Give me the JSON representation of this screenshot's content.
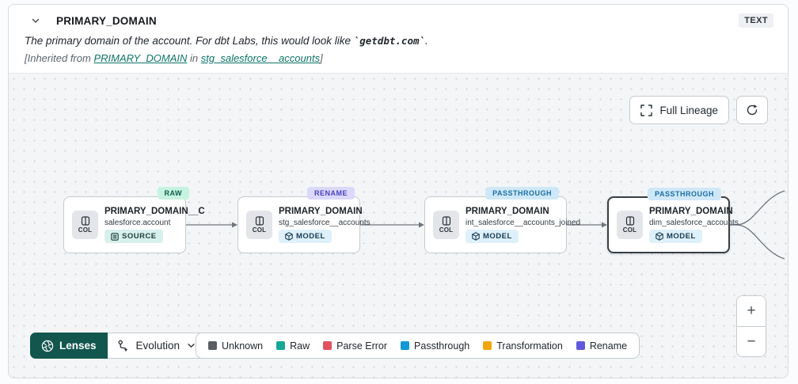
{
  "header": {
    "title": "PRIMARY_DOMAIN",
    "type_badge": "TEXT",
    "desc_prefix": "The primary domain of the account. For dbt Labs, this would look like ",
    "desc_code": "`getdbt.com`",
    "desc_suffix": ".",
    "inherited": {
      "prefix": "[Inherited from ",
      "link_column": "PRIMARY_DOMAIN",
      "mid": " in ",
      "link_model": "stg_salesforce__accounts",
      "suffix": "]"
    }
  },
  "toolbar": {
    "full_lineage_label": "Full Lineage"
  },
  "nodes": [
    {
      "title": "PRIMARY_DOMAIN__C",
      "subtitle": "salesforce.account",
      "resource_label": "SOURCE",
      "status_label": "RAW",
      "col_label": "COL"
    },
    {
      "title": "PRIMARY_DOMAIN",
      "subtitle": "stg_salesforce__accounts",
      "resource_label": "MODEL",
      "status_label": "RENAME",
      "col_label": "COL"
    },
    {
      "title": "PRIMARY_DOMAIN",
      "subtitle": "int_salesforce__accounts_joined",
      "resource_label": "MODEL",
      "status_label": "PASSTHROUGH",
      "col_label": "COL"
    },
    {
      "title": "PRIMARY_DOMAIN",
      "subtitle": "dim_salesforce_accounts",
      "resource_label": "MODEL",
      "status_label": "PASSTHROUGH",
      "col_label": "COL"
    }
  ],
  "footer": {
    "lenses_label": "Lenses",
    "lens_selected": "Evolution",
    "legend": [
      {
        "label": "Unknown",
        "color": "#5a5e63"
      },
      {
        "label": "Raw",
        "color": "#16a894"
      },
      {
        "label": "Parse Error",
        "color": "#e0525e"
      },
      {
        "label": "Passthrough",
        "color": "#1099d6"
      },
      {
        "label": "Transformation",
        "color": "#f2a60d"
      },
      {
        "label": "Rename",
        "color": "#6059dd"
      }
    ],
    "zoom_in_label": "+",
    "zoom_out_label": "−"
  },
  "colors": {
    "accent_teal": "#12564e",
    "link_teal": "#0e7569",
    "canvas_bg": "#f3f5f7"
  }
}
